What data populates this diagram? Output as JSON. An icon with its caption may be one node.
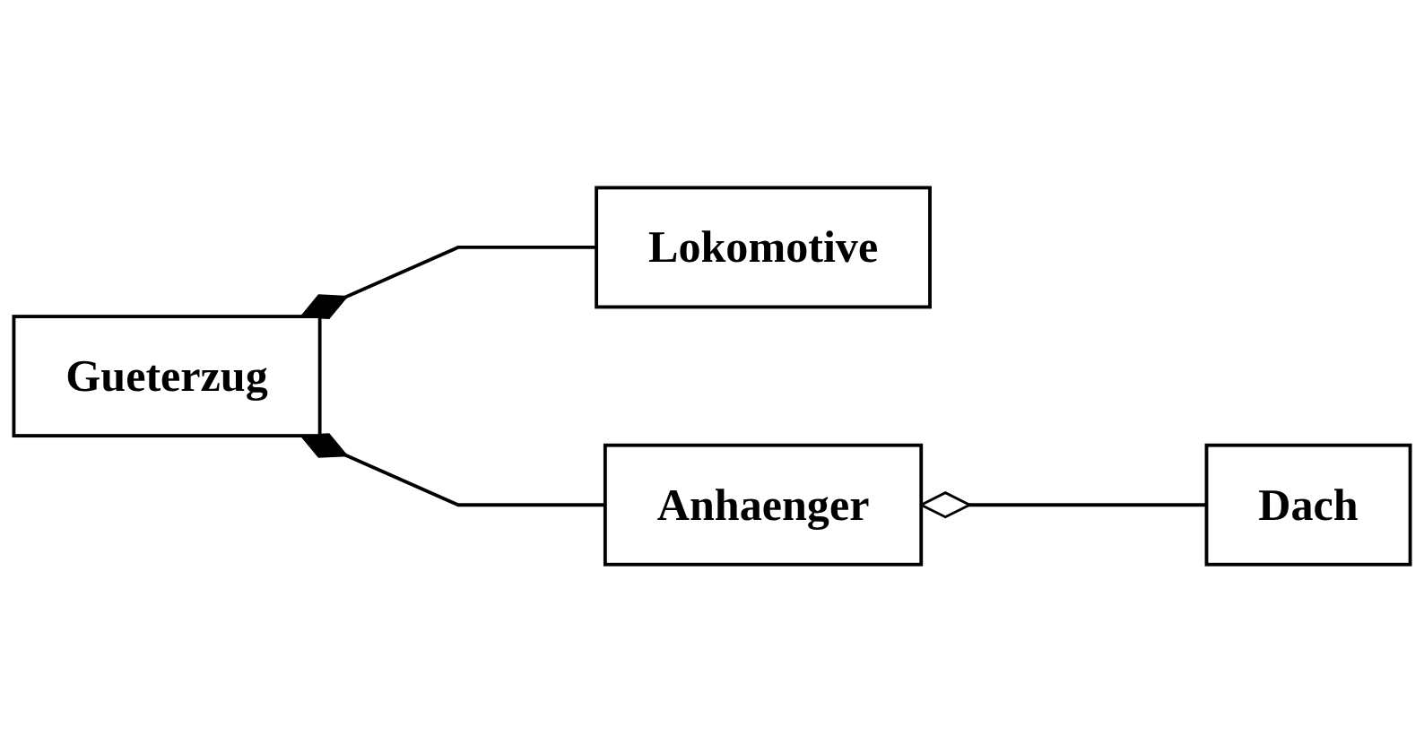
{
  "diagram": {
    "nodes": [
      {
        "text": [
          "Gueterzug"
        ]
      },
      {
        "text": [
          "Lokomotive"
        ]
      },
      {
        "text": [
          "Anhaenger"
        ]
      },
      {
        "text": [
          "Dach"
        ]
      }
    ],
    "edges": [
      {
        "from": 0,
        "to": 1,
        "arrow": "other"
      },
      {
        "from": 0,
        "to": 2,
        "arrow": "other"
      },
      {
        "from": 2,
        "to": 3,
        "arrow": "other"
      }
    ]
  }
}
